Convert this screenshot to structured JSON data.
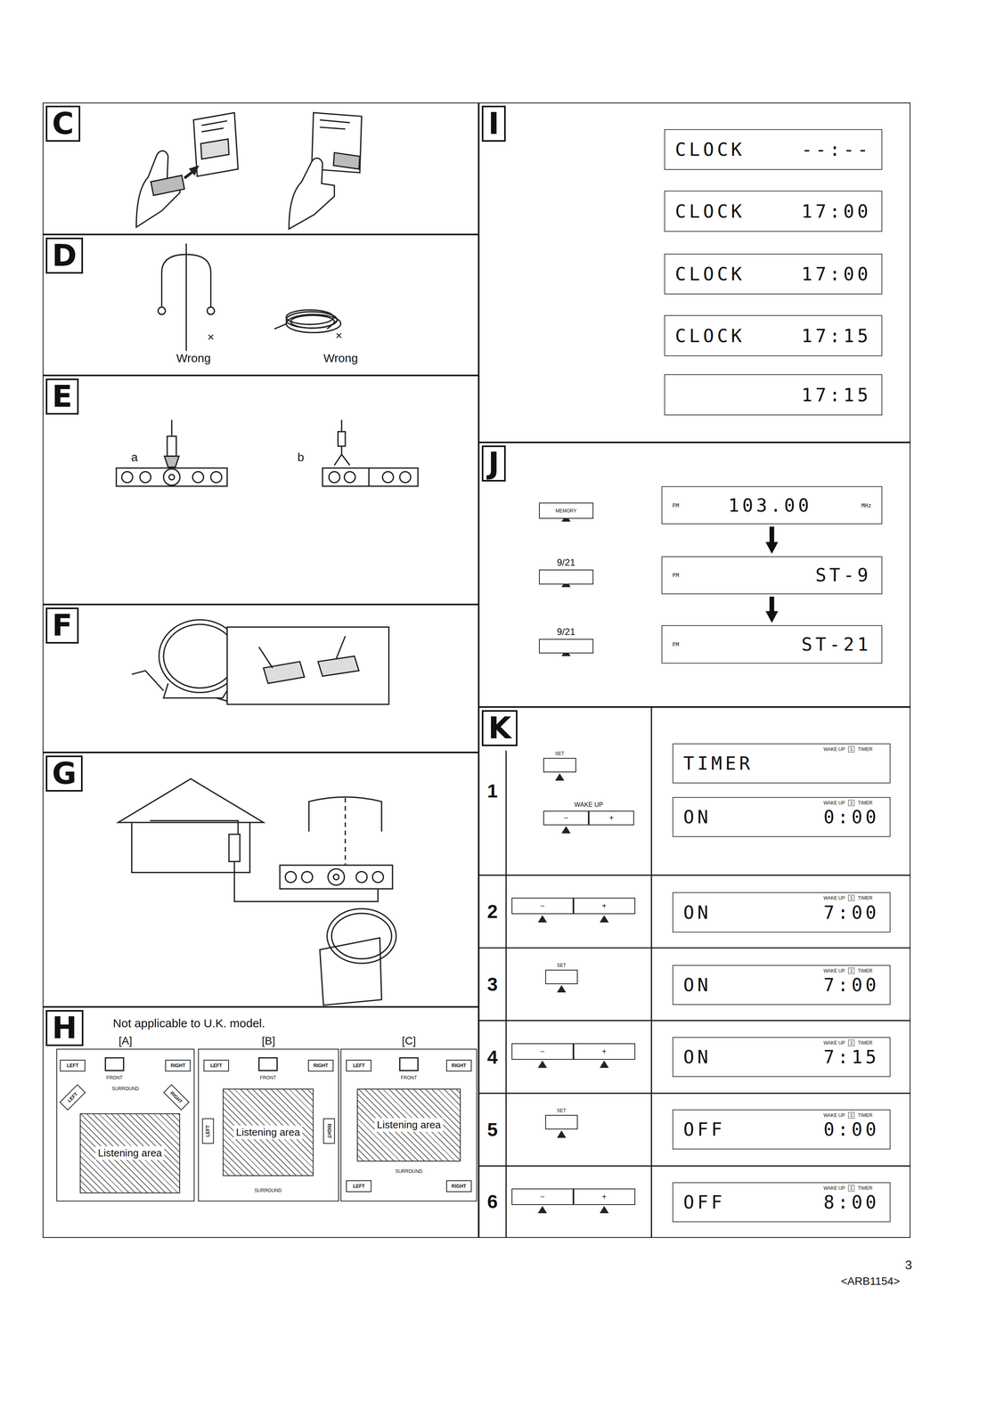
{
  "diagram": {
    "nodes": [
      {
        "text": [
          "C"
        ]
      },
      {
        "text": [
          "D"
        ]
      },
      {
        "text": [
          "E"
        ]
      },
      {
        "text": [
          "F"
        ]
      },
      {
        "text": [
          "G"
        ]
      },
      {
        "text": [
          "H"
        ]
      },
      {
        "text": [
          "I"
        ]
      },
      {
        "text": [
          "J"
        ]
      },
      {
        "text": [
          "K"
        ]
      },
      {
        "text": [
          "[A]"
        ],
        "in": 5
      },
      {
        "text": [
          "LEFT"
        ],
        "in": 9
      },
      {
        "text": [
          "RIGHT"
        ],
        "in": 9
      },
      {
        "text": [
          "LEFT"
        ],
        "in": 9
      },
      {
        "text": [
          "RIGHT"
        ],
        "in": 9
      },
      {
        "text": [
          "Listening area"
        ],
        "in": 9
      },
      {
        "text": [
          "[B]"
        ],
        "in": 5
      },
      {
        "text": [
          "LEFT"
        ],
        "in": 15
      },
      {
        "text": [
          "RIGHT"
        ],
        "in": 15
      },
      {
        "text": [
          "LEFT"
        ],
        "in": 15
      },
      {
        "text": [
          "RIGHT"
        ],
        "in": 15
      },
      {
        "text": [
          "Listening area"
        ],
        "in": 15
      },
      {
        "text": [
          "[C]"
        ],
        "in": 5
      },
      {
        "text": [
          "LEFT"
        ],
        "in": 21
      },
      {
        "text": [
          "RIGHT"
        ],
        "in": 21
      },
      {
        "text": [
          "Listening area"
        ],
        "in": 21
      },
      {
        "text": [
          "LEFT"
        ],
        "in": 21
      },
      {
        "text": [
          "RIGHT"
        ],
        "in": 21
      },
      {
        "text": [
          "CLOCK",
          "--:--"
        ],
        "in": 6
      },
      {
        "text": [
          "CLOCK",
          "17:00"
        ],
        "in": 6
      },
      {
        "text": [
          "CLOCK",
          "17:00"
        ],
        "in": 6
      },
      {
        "text": [
          "CLOCK",
          "17:15"
        ],
        "in": 6
      },
      {
        "text": [
          "17:15"
        ],
        "in": 6
      },
      {
        "text": [
          "MEMORY"
        ],
        "in": 7
      },
      {
        "text": [
          "FM",
          "103.00",
          "MHz"
        ],
        "in": 7
      },
      {
        "text": [
          "9/21"
        ],
        "in": 7
      },
      {
        "text": [
          "FM",
          "ST-9"
        ],
        "in": 7
      },
      {
        "text": [
          "9/21"
        ],
        "in": 7
      },
      {
        "text": [
          "FM",
          "ST-21"
        ],
        "in": 7
      },
      {
        "text": [
          "SET"
        ],
        "in": 8
      },
      {
        "text": [
          "TIMER",
          "WAKE UP",
          "1",
          "TIMER"
        ],
        "in": 8
      },
      {
        "text": [
          "WAKE UP"
        ],
        "in": 8
      },
      {
        "text": [
          "−"
        ],
        "in": 40
      },
      {
        "text": [
          "+"
        ],
        "in": 40
      },
      {
        "text": [
          "ON",
          "WAKE UP",
          "1",
          "TIMER",
          "0:00"
        ],
        "in": 8
      },
      {
        "text": [
          "−"
        ],
        "in": 8
      },
      {
        "text": [
          "+"
        ],
        "in": 8
      },
      {
        "text": [
          "ON",
          "WAKE UP",
          "1",
          "TIMER",
          "7:00"
        ],
        "in": 8
      },
      {
        "text": [
          "SET"
        ],
        "in": 8
      },
      {
        "text": [
          "ON",
          "WAKE UP",
          "1",
          "TIMER",
          "7:00"
        ],
        "in": 8
      },
      {
        "text": [
          "−"
        ],
        "in": 8
      },
      {
        "text": [
          "+"
        ],
        "in": 8
      },
      {
        "text": [
          "ON",
          "WAKE UP",
          "1",
          "TIMER",
          "7:15"
        ],
        "in": 8
      },
      {
        "text": [
          "SET"
        ],
        "in": 8
      },
      {
        "text": [
          "OFF",
          "WAKE UP",
          "1",
          "TIMER",
          "0:00"
        ],
        "in": 8
      },
      {
        "text": [
          "−"
        ],
        "in": 8
      },
      {
        "text": [
          "+"
        ],
        "in": 8
      },
      {
        "text": [
          "OFF",
          "WAKE UP",
          "1",
          "TIMER",
          "8:00"
        ],
        "in": 8
      }
    ],
    "edges": [
      {
        "from": 33,
        "to": 35,
        "arrow": "to"
      },
      {
        "from": 35,
        "to": 37,
        "arrow": "to"
      }
    ],
    "labels": [
      "×",
      "Wrong",
      "×",
      "Wrong",
      "a",
      "b",
      "Not applicable to U.K. model.",
      "FRONT",
      "SURROUND",
      "FRONT",
      "SURROUND",
      "FRONT",
      "SURROUND",
      "1",
      "2",
      "3",
      "4",
      "5",
      "6",
      "3",
      "<ARB1154>"
    ]
  }
}
